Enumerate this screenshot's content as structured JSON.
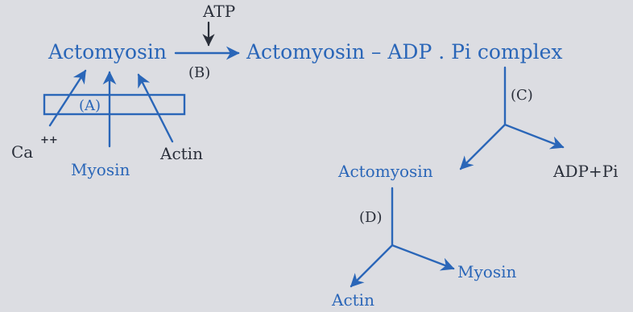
{
  "diagram": {
    "atp": "ATP",
    "actomyosin_start": "Actomyosin",
    "label_b": "(B)",
    "complex": "Actomyosin – ADP . Pi complex",
    "label_a": "(A)",
    "ca": "Ca",
    "ca_sup": "++",
    "myosin_in": "Myosin",
    "actin_in": "Actin",
    "label_c": "(C)",
    "actomyosin_mid": "Actomyosin",
    "adp_pi": "ADP+Pi",
    "label_d": "(D)",
    "myosin_out": "Myosin",
    "actin_out": "Actin",
    "colors": {
      "ink_blue": "#2a66b8",
      "ink_dark": "#2a2f3a",
      "paper": "#dcdde2"
    }
  }
}
